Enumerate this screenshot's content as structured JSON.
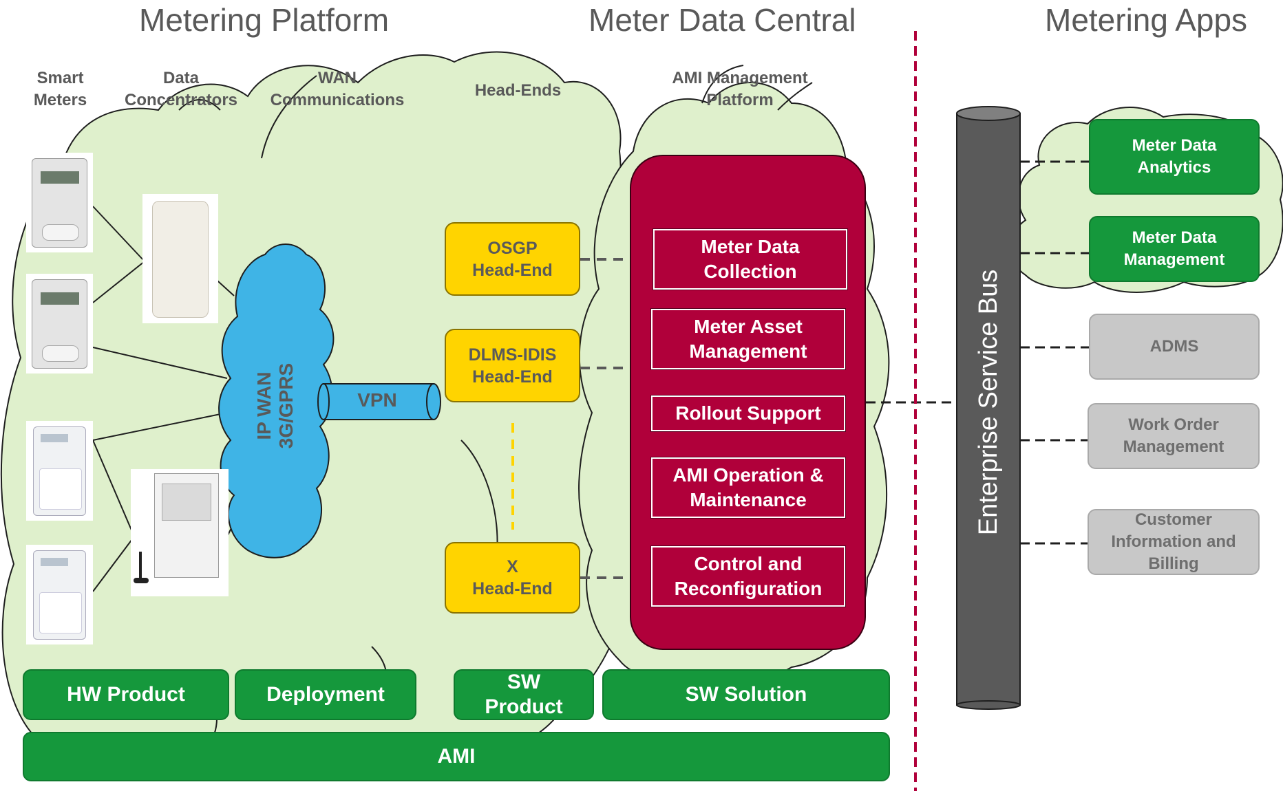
{
  "headers": {
    "metering_platform": "Metering Platform",
    "meter_data_central": "Meter Data Central",
    "metering_apps": "Metering Apps"
  },
  "columns": {
    "smart_meters": "Smart\nMeters",
    "data_concentrators": "Data\nConcentrators",
    "wan_communications": "WAN\nCommunications",
    "head_ends": "Head-Ends",
    "ami_management_platform": "AMI Management\nPlatform"
  },
  "network": {
    "ip_wan": "IP WAN\n3G/GPRS",
    "vpn": "VPN"
  },
  "head_ends": [
    "OSGP\nHead-End",
    "DLMS-IDIS\nHead-End",
    "X\nHead-End"
  ],
  "ami_modules": [
    "Meter Data\nCollection",
    "Meter Asset\nManagement",
    "Rollout Support",
    "AMI Operation &\nMaintenance",
    "Control and\nReconfiguration"
  ],
  "esb": "Enterprise Service Bus",
  "apps": [
    "Meter Data\nAnalytics",
    "Meter Data\nManagement",
    "ADMS",
    "Work Order\nManagement",
    "Customer\nInformation and\nBilling"
  ],
  "bands": {
    "hw_product": "HW Product",
    "deployment": "Deployment",
    "sw_product": "SW\nProduct",
    "sw_solution": "SW Solution",
    "ami": "AMI"
  },
  "colors": {
    "cloud_fill": "#dff0cc",
    "head_end": "#ffd400",
    "ami_platform": "#b0003a",
    "band_green": "#15983c",
    "app_gray": "#c8c8c8",
    "wan_blue": "#3fb4e6",
    "esb_gray": "#5a5a5a",
    "divider": "#b0003a"
  }
}
